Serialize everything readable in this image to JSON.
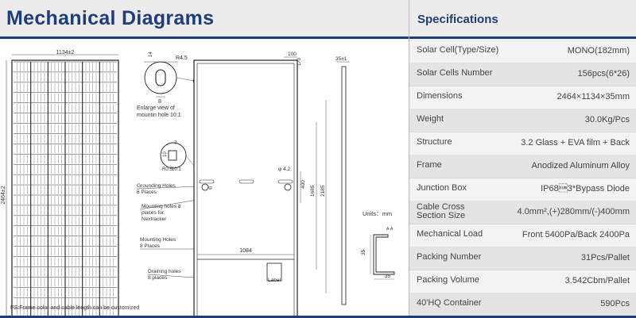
{
  "left_title": "Mechanical Diagrams",
  "right_title": "Specifications",
  "note": "PS:Frame color and cable length can be customized",
  "diagram": {
    "dim_width": "1134±2",
    "dim_height": "2464±2",
    "enlarge_r": "R4.5",
    "enlarge_d1": "14",
    "enlarge_d2": "8",
    "enlarge_label1": "Enlarge view of",
    "enlarge_label2": "mountin  hole 10:1",
    "grnd_d1": "7",
    "grnd_d2": "10",
    "grnd_r": "R0.5",
    "grnd_scale": "10:1",
    "grounding1": "Grounding Holes",
    "grounding2": "6 Places",
    "mount8_1": "Mounting holes 8",
    "mount8_2": "places for",
    "mount8_3": "Nextracker",
    "mount_1": "Mounting Holes",
    "mount_2": "8 Places",
    "drain_1": "Draining holes",
    "drain_2": "8 places",
    "d100": "100",
    "d170": "170",
    "d35": "35±1",
    "dphi": "φ 4.2",
    "d400": "400",
    "d1685": "1685",
    "d2185": "2185",
    "d1084": "1084",
    "label": "Label",
    "units": "Units：mm",
    "aa": "A-A",
    "fr35a": "35",
    "fr35b": "35"
  },
  "specs": [
    {
      "key": "Solar Cell(Type/Size)",
      "value": "MONO(182mm)"
    },
    {
      "key": "Solar Cells Number",
      "value": "156pcs(6*26)"
    },
    {
      "key": "Dimensions",
      "value": "2464×1134×35mm"
    },
    {
      "key": "Weight",
      "value": "30.0Kg/Pcs"
    },
    {
      "key": "Structure",
      "value": "3.2 Glass + EVA film + Back"
    },
    {
      "key": "Frame",
      "value": "Anodized Aluminum Alloy"
    },
    {
      "key": "Junction Box",
      "value": "IP68\u001a3*Bypass Diode"
    },
    {
      "key": "Cable Cross\nSection Size",
      "value": "4.0mm²,(+)280mm/(-)400mm"
    },
    {
      "key": "Mechanical Load",
      "value": "Front 5400Pa/Back 2400Pa"
    },
    {
      "key": "Packing Number",
      "value": "31Pcs/Pallet"
    },
    {
      "key": "Packing Volume",
      "value": "3.542Cbm/Pallet"
    },
    {
      "key": "40'HQ Container",
      "value": "590Pcs"
    }
  ]
}
